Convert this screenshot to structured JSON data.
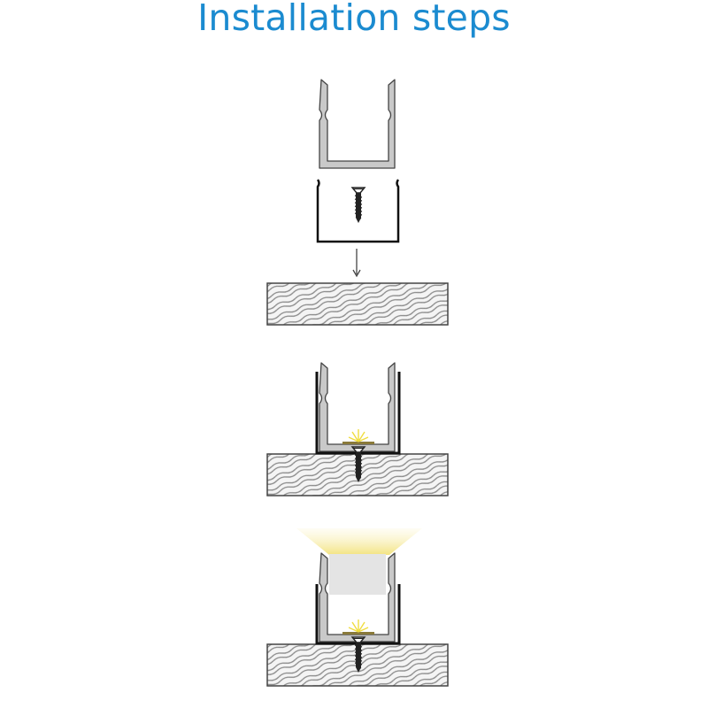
{
  "title": "Installation steps",
  "steps": [
    {
      "name": "step-1-parts-exploded",
      "description_shown": false
    },
    {
      "name": "step-2-mounted-with-led"
    },
    {
      "name": "step-3-with-diffuser-lit"
    }
  ],
  "colors": {
    "title": "#1b8bd0",
    "profile_fill": "#c9c9c9",
    "outline": "#333333",
    "led": "#8a7a3a",
    "light": "#f5e98a"
  }
}
